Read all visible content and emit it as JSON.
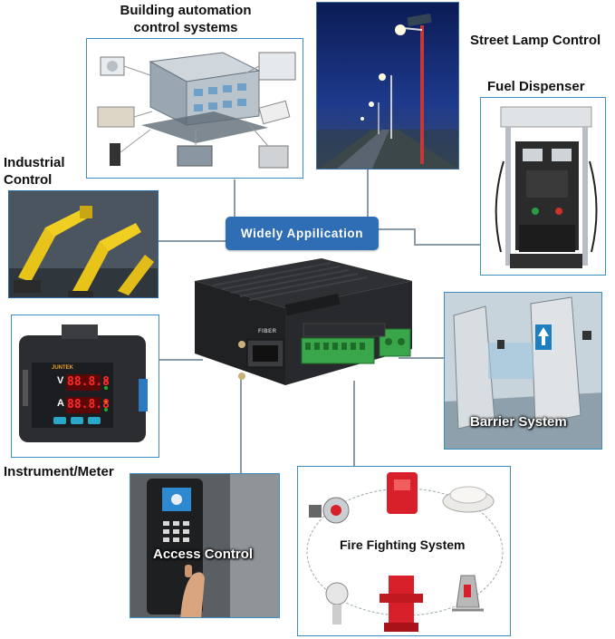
{
  "labels": {
    "building": "Building automation\ncontrol systems",
    "street": "Street Lamp Control",
    "fuel": "Fuel Dispenser",
    "industrial": "Industrial\nControl",
    "instrument": "Instrument/Meter",
    "barrier": "Barrier System",
    "access": "Access Control",
    "fire": "Fire Fighting System",
    "center": "Widely Appilication"
  },
  "device": {
    "port_label": "FIBER"
  },
  "meter": {
    "brand": "JUNTEK",
    "v_display": "88.8.8",
    "a_display": "88.8.8",
    "v_label": "V",
    "a_label": "A"
  },
  "colors": {
    "panel_border": "#3a8fc0",
    "badge": "#2f6db5",
    "terminal_green": "#3aa64a",
    "fire_red": "#d8202a"
  }
}
